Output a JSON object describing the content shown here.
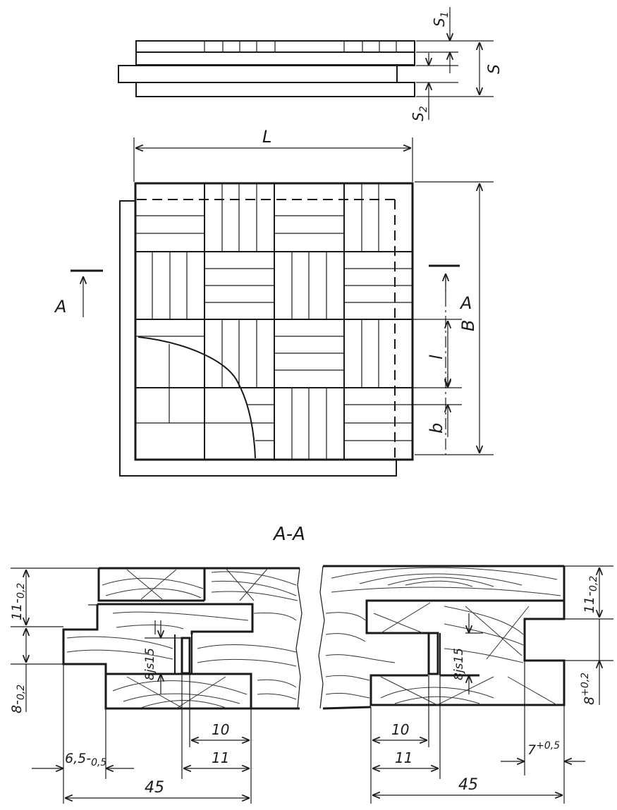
{
  "labels": {
    "s1": "S",
    "s1_sub": "1",
    "s": "S",
    "s2": "S",
    "s2_sub": "2",
    "L": "L",
    "B": "B",
    "l": "l",
    "b": "b",
    "A_left": "A",
    "A_right": "A",
    "section_title": "A-A"
  },
  "dimensions": {
    "left_11": "11-",
    "left_11_tol": "0,2",
    "left_8": "8-",
    "left_8_tol": "0,2",
    "tongue_left": "8js15",
    "tongue_right": "8js15",
    "d10_left": "10",
    "d11_left": "11",
    "d65": "6,5-",
    "d65_tol": "0,5",
    "d45_left": "45",
    "right_11": "11-",
    "right_11_tol": "0,2",
    "right_8": "8",
    "right_8_tol": "+0,2",
    "d10_right": "10",
    "d11_right": "11",
    "d7": "7",
    "d7_tol": "+0,5",
    "d45_right": "45"
  }
}
